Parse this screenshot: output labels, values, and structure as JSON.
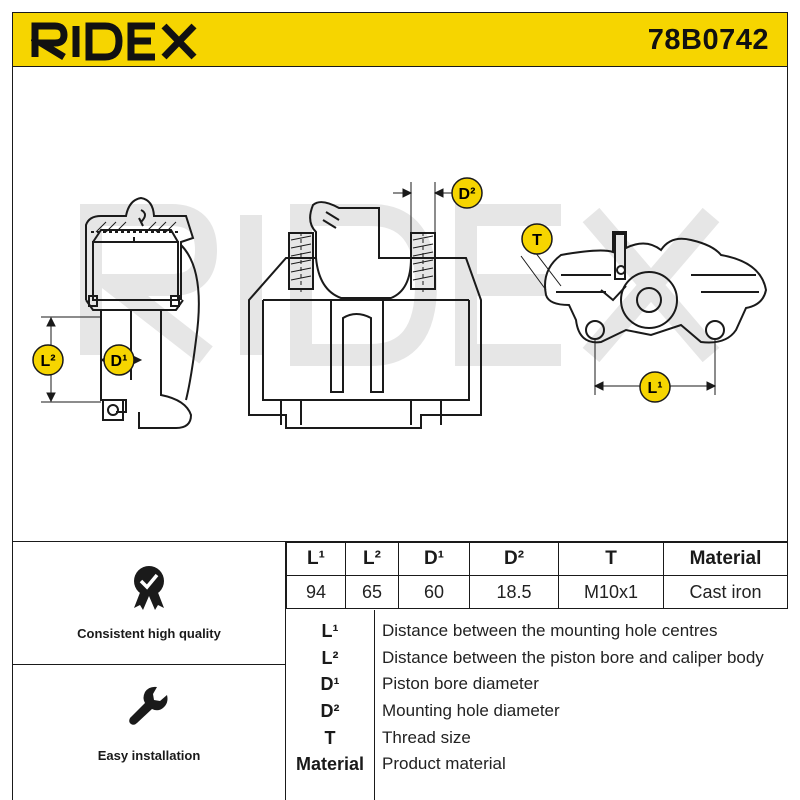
{
  "header": {
    "brand": "RIDEX",
    "part_number": "78B0742",
    "accent_color": "#f6d500"
  },
  "diagram": {
    "labels": {
      "l2": "L²",
      "d1": "D¹",
      "d2": "D²",
      "t": "T",
      "l1": "L¹"
    },
    "watermark": "RIDEX"
  },
  "features": {
    "quality": {
      "icon": "badge-check-icon",
      "label": "Consistent high quality"
    },
    "install": {
      "icon": "wrench-icon",
      "label": "Easy installation"
    }
  },
  "specs": {
    "headers": [
      "L¹",
      "L²",
      "D¹",
      "D²",
      "T",
      "Material"
    ],
    "values": [
      "94",
      "65",
      "60",
      "18.5",
      "M10x1",
      "Cast iron"
    ]
  },
  "legend": [
    {
      "key": "L¹",
      "desc": "Distance between the mounting hole centres"
    },
    {
      "key": "L²",
      "desc": "Distance between the piston bore and caliper body"
    },
    {
      "key": "D¹",
      "desc": "Piston bore diameter"
    },
    {
      "key": "D²",
      "desc": "Mounting hole diameter"
    },
    {
      "key": "T",
      "desc": "Thread size"
    },
    {
      "key": "Material",
      "desc": "Product material"
    }
  ]
}
